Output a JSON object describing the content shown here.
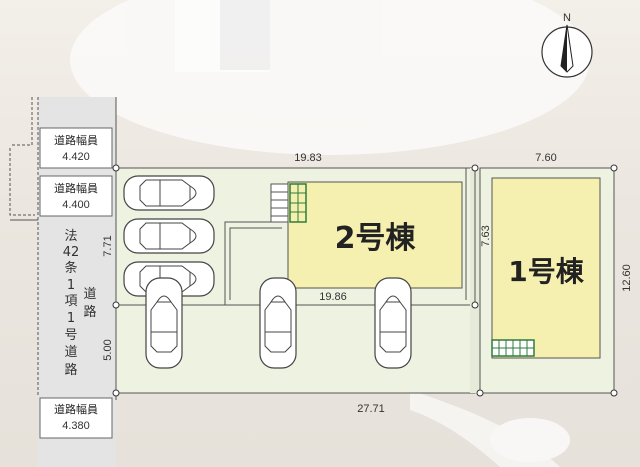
{
  "compass": {
    "label": "N"
  },
  "roads": {
    "top": {
      "title": "道路幅員",
      "width": "4.420"
    },
    "mid": {
      "title": "道路幅員",
      "width": "4.400"
    },
    "bottom": {
      "title": "道路幅員",
      "width": "4.380"
    },
    "legal": {
      "col1": [
        "法",
        "42",
        "条",
        "1",
        "項",
        "1",
        "号",
        "道",
        "路"
      ],
      "col2": [
        "道",
        "路"
      ]
    }
  },
  "dimensions": {
    "top_left": "19.83",
    "top_right": "7.60",
    "left_upper": "7.71",
    "left_lower": "5.00",
    "inner_horizontal": "19.86",
    "between_lots": "7.63",
    "right": "12.60",
    "bottom": "27.71"
  },
  "buildings": {
    "b2": {
      "label": "2号棟"
    },
    "b1": {
      "label": "1号棟"
    }
  },
  "colors": {
    "lot": "#eef3e1",
    "building": "#f5f0b0",
    "road": "#e4e4e4",
    "grid": "#2e7d3c",
    "outline": "#555555"
  }
}
